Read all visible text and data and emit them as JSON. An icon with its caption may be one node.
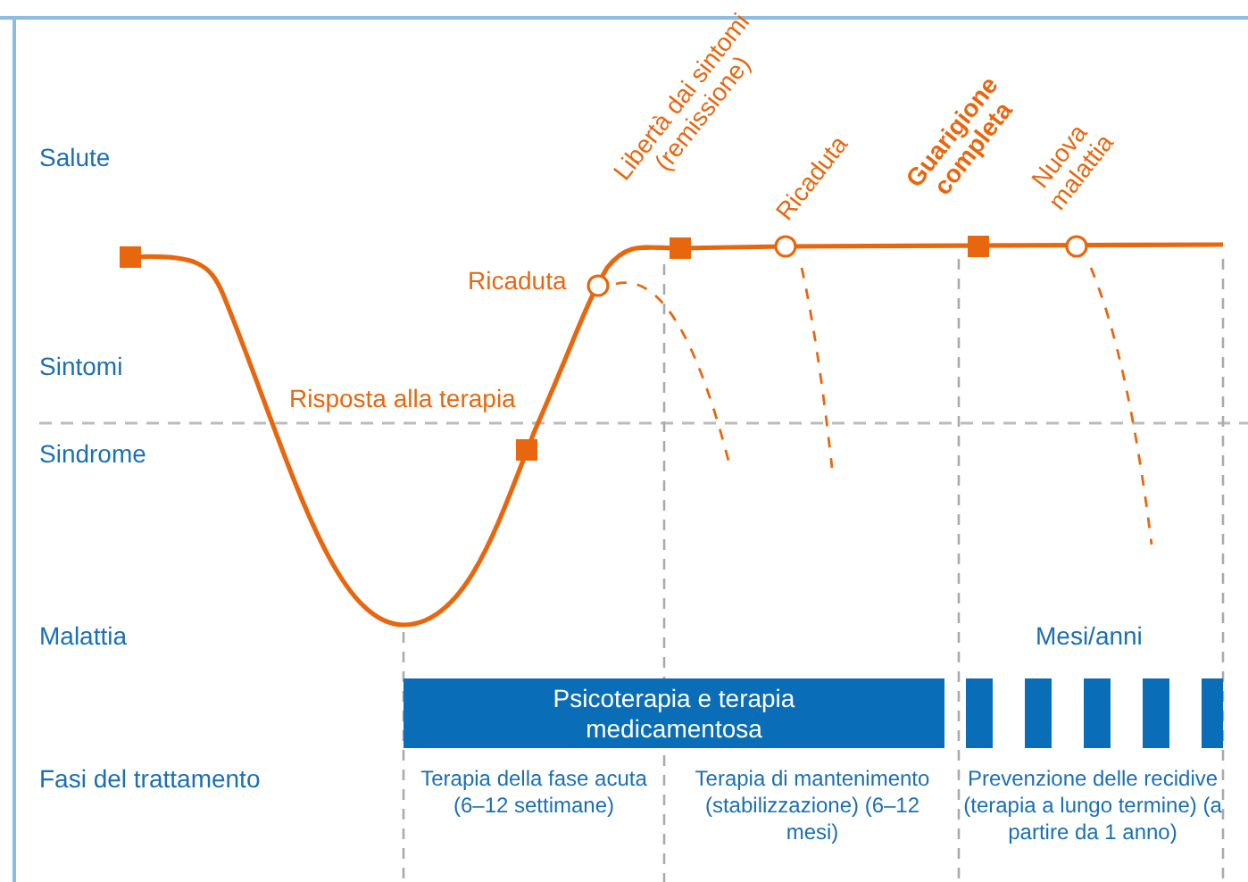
{
  "diagram": {
    "nodes": [
      {
        "text": [
          "Psicoterapia e terapia medicamentosa"
        ]
      },
      {
        "text": [],
        "shape": "bar"
      },
      {
        "text": [],
        "shape": "bar"
      },
      {
        "text": [],
        "shape": "bar"
      },
      {
        "text": [],
        "shape": "bar"
      },
      {
        "text": [],
        "shape": "bar"
      }
    ],
    "labels": [
      "Salute",
      "Libertà dai sintomi (remissione)",
      "Ricaduta",
      "Guarigione completa",
      "Nuova malattia",
      "Ricaduta",
      "Sintomi",
      "Risposta alla terapia",
      "Sindrome",
      "Malattia",
      "Mesi/anni",
      "Fasi del trattamento",
      "Terapia della fase acuta (6–12 settimane)",
      "Terapia di mantenimento (stabilizzazione) (6–12 mesi)",
      "Prevenzione delle recidive (terapia a lungo termine) (a partire da 1 anno)"
    ]
  }
}
